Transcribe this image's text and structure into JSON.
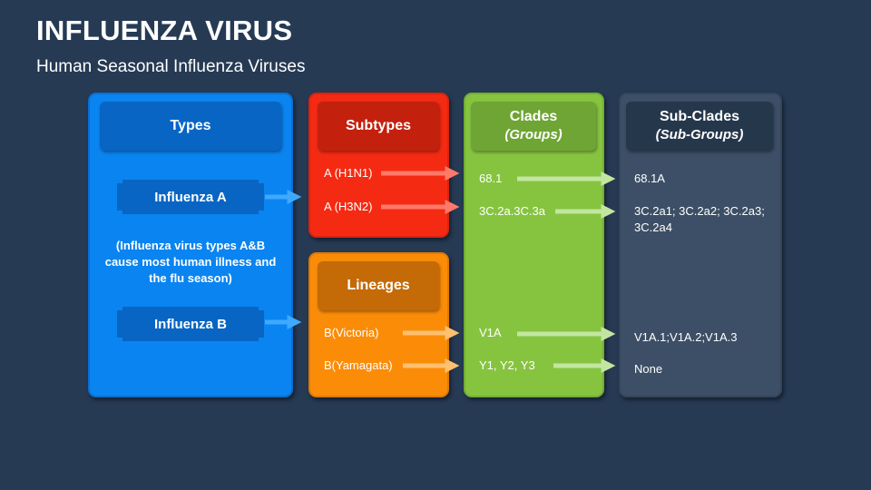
{
  "page": {
    "title": "INFLUENZA VIRUS",
    "subtitle": "Human Seasonal Influenza Viruses"
  },
  "columns": {
    "types": {
      "label": "Types"
    },
    "subtypes": {
      "label": "Subtypes"
    },
    "lineages": {
      "label": "Lineages"
    },
    "clades": {
      "label": "Clades",
      "sublabel": "(Groups)"
    },
    "subclades": {
      "label": "Sub-Clades",
      "sublabel": "(Sub-Groups)"
    }
  },
  "types": {
    "a": "Influenza A",
    "b": "Influenza B",
    "note": "(Influenza virus types A&B cause most human illness and the flu season)"
  },
  "rows": [
    {
      "group": "subtype",
      "name": "A (H1N1)",
      "clade": "68.1",
      "subclade": "68.1A"
    },
    {
      "group": "subtype",
      "name": "A (H3N2)",
      "clade": "3C.2a.3C.3a",
      "subclade_line1": "3C.2a1; 3C.2a2; 3C.2a3;",
      "subclade_line2": "3C.2a4"
    },
    {
      "group": "lineage",
      "name": "B(Victoria)",
      "clade": "V1A",
      "subclade": "V1A.1;V1A.2;V1A.3"
    },
    {
      "group": "lineage",
      "name": "B(Yamagata)",
      "clade": "Y1, Y2, Y3",
      "subclade": "None"
    }
  ],
  "colors": {
    "background": "#263a54",
    "types": "#0a84f0",
    "subtypes": "#f52a12",
    "lineages": "#fb8c08",
    "clades": "#86c440",
    "subclades": "#3c4f66"
  }
}
